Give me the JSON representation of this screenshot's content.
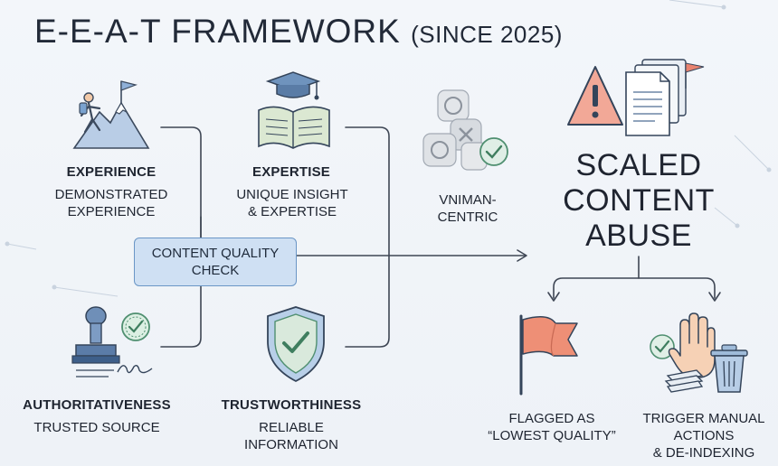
{
  "title": {
    "main": "E-E-A-T FRAMEWORK",
    "sub": "(SINCE 2025)"
  },
  "pillars": {
    "experience": {
      "name": "EXPERIENCE",
      "desc1": "DEMONSTRATED",
      "desc2": "EXPERIENCE"
    },
    "expertise": {
      "name": "EXPERTISE",
      "desc1": "UNIQUE INSIGHT",
      "desc2": "& EXPERTISE"
    },
    "authoritativeness": {
      "name": "AUTHORITATIVENESS",
      "desc1": "TRUSTED SOURCE"
    },
    "trustworthiness": {
      "name": "TRUSTWORTHINESS",
      "desc1": "RELIABLE",
      "desc2": "INFORMATION"
    }
  },
  "center": {
    "line1": "CONTENT QUALITY",
    "line2": "CHECK"
  },
  "human_centric": {
    "line1": "VNIMAN-",
    "line2": "CENTRIC"
  },
  "abuse": {
    "line1": "SCALED",
    "line2": "CONTENT",
    "line3": "ABUSE"
  },
  "outcomes": {
    "flagged": {
      "line1": "FLAGGED AS",
      "line2": "“LOWEST QUALITY”"
    },
    "trigger": {
      "line1": "TRIGGER MANUAL",
      "line2": "ACTIONS",
      "line3": "& DE-INDEXING"
    }
  },
  "icons": {
    "experience": "mountain-climber-icon",
    "expertise": "graduation-book-icon",
    "authoritativeness": "stamp-seal-icon",
    "trustworthiness": "shield-check-icon",
    "ai_cluster": "ai-logo-cluster-icon",
    "warning": "warning-documents-icon",
    "flag": "red-flag-icon",
    "trigger": "hand-trash-icon"
  },
  "colors": {
    "accent": "#4a7fb5",
    "box_fill": "#cfe0f3",
    "warning": "#e9836f",
    "check": "#5aa58a"
  }
}
